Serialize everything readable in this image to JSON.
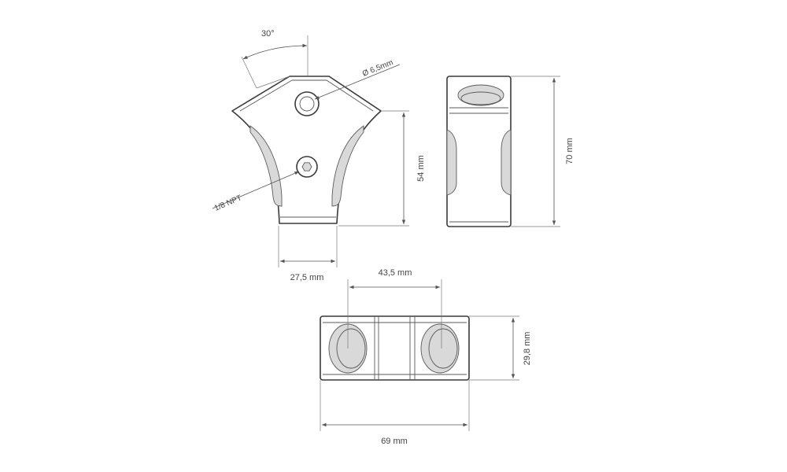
{
  "annotations": {
    "angle": "30°",
    "hole_diameter": "Ø 6,5mm",
    "thread": "1/8 NPT",
    "front_height": "54 mm",
    "front_width": "27,5 mm",
    "side_height": "70 mm",
    "hole_spacing": "43,5 mm",
    "bottom_height": "29,8 mm",
    "bottom_width": "69 mm"
  },
  "colors": {
    "line": "#3a3a3a",
    "dimension": "#555555",
    "shade": "#d9d9d9",
    "background": "#ffffff"
  }
}
